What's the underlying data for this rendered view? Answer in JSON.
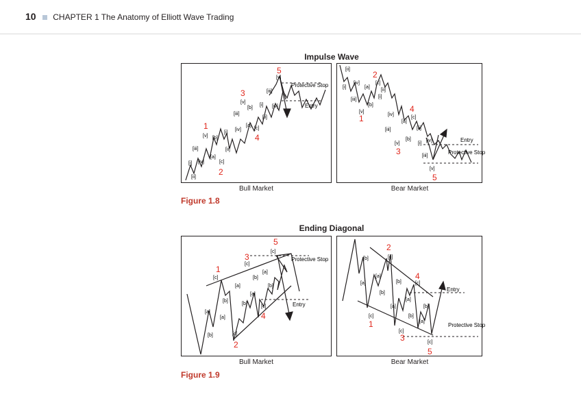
{
  "header": {
    "page_number": "10",
    "chapter": "CHAPTER 1 The Anatomy of Elliott Wave Trading"
  },
  "figure_1_8": {
    "title": "Impulse Wave",
    "caption": "Figure 1.8",
    "bull": {
      "label": "Bull Market",
      "stop": "Protective Stop",
      "entry": "Entry"
    },
    "bear": {
      "label": "Bear Market",
      "stop": "Protective Stop",
      "entry": "Entry"
    }
  },
  "figure_1_9": {
    "title": "Ending Diagonal",
    "caption": "Figure 1.9",
    "bull": {
      "label": "Bull Market",
      "stop": "Protective Stop",
      "entry": "Entry"
    },
    "bear": {
      "label": "Bear Market",
      "stop": "Protective Stop",
      "entry": "Entry"
    }
  },
  "wave_labels": {
    "major": [
      "1",
      "2",
      "3",
      "4",
      "5"
    ],
    "sub_impulse": [
      "[i]",
      "[ii]",
      "[iii]",
      "[iv]",
      "[v]"
    ],
    "sub_corrective": [
      "[a]",
      "[b]",
      "[c]"
    ]
  },
  "colors": {
    "major_label": "#e0261b",
    "line": "#231f20",
    "caption": "#c0392b"
  }
}
